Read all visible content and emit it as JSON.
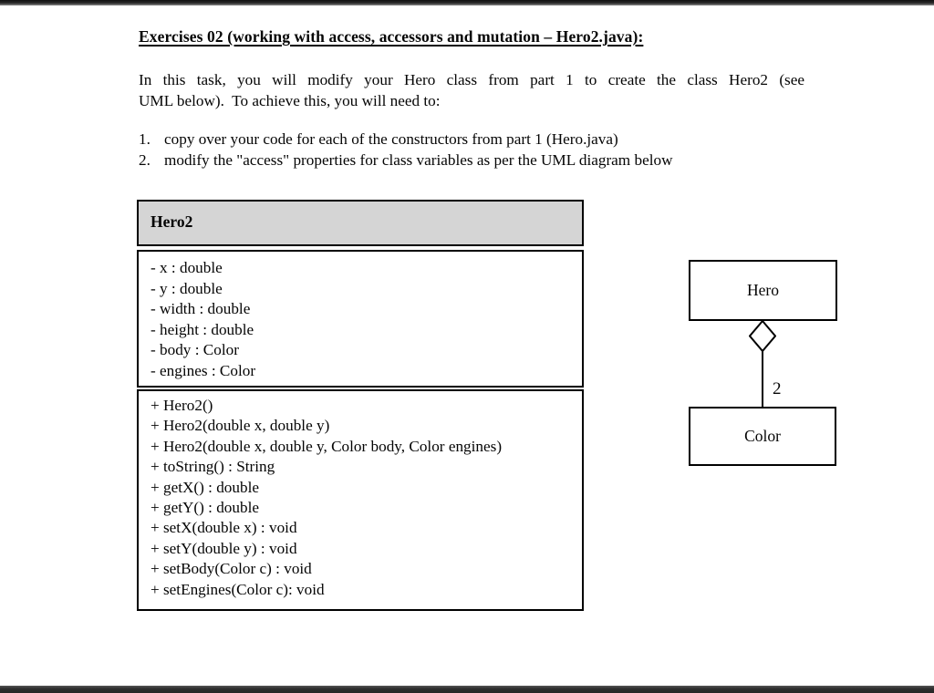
{
  "page": {
    "title": "Exercises 02 (working with access, accessors and mutation – Hero2.java):",
    "intro_line1": "In this task, you will modify your Hero class from part 1 to create the class Hero2 (see",
    "intro_line2": "UML below).  To achieve this, you will need to:",
    "list": [
      {
        "num": "1.",
        "text": "copy over your code for each of the constructors from part 1 (Hero.java)"
      },
      {
        "num": "2.",
        "text": "modify the \"access\" properties for class variables as per the UML diagram below"
      }
    ]
  },
  "uml_class": {
    "name": "Hero2",
    "header_bg": "#d5d5d5",
    "attributes": [
      "- x : double",
      "- y : double",
      "- width : double",
      "- height : double",
      "- body : Color",
      "- engines : Color"
    ],
    "methods": [
      "+ Hero2()",
      "+ Hero2(double x, double y)",
      "+ Hero2(double x, double y, Color body, Color engines)",
      "+ toString() : String",
      "+ getX() : double",
      "+ getY() : double",
      "+ setX(double x) : void",
      "+ setY(double y) : void",
      "+ setBody(Color c) : void",
      "+ setEngines(Color c): void"
    ]
  },
  "relationship": {
    "type": "aggregation",
    "parent": "Hero",
    "child": "Color",
    "multiplicity": "2"
  }
}
